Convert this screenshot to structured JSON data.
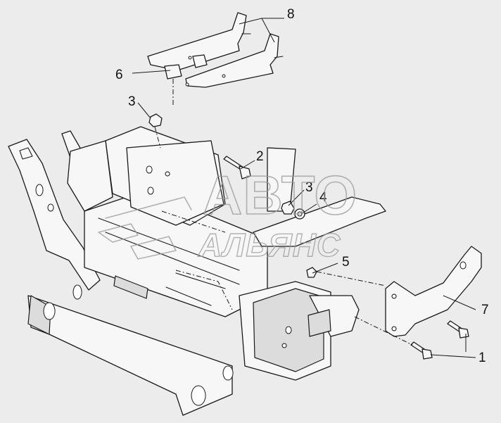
{
  "diagram": {
    "callouts": [
      "8",
      "6",
      "3",
      "2",
      "3",
      "4",
      "5",
      "7",
      "1"
    ]
  },
  "watermark": {
    "line1": "АВТО",
    "line2": "АЛЬЯНС"
  }
}
